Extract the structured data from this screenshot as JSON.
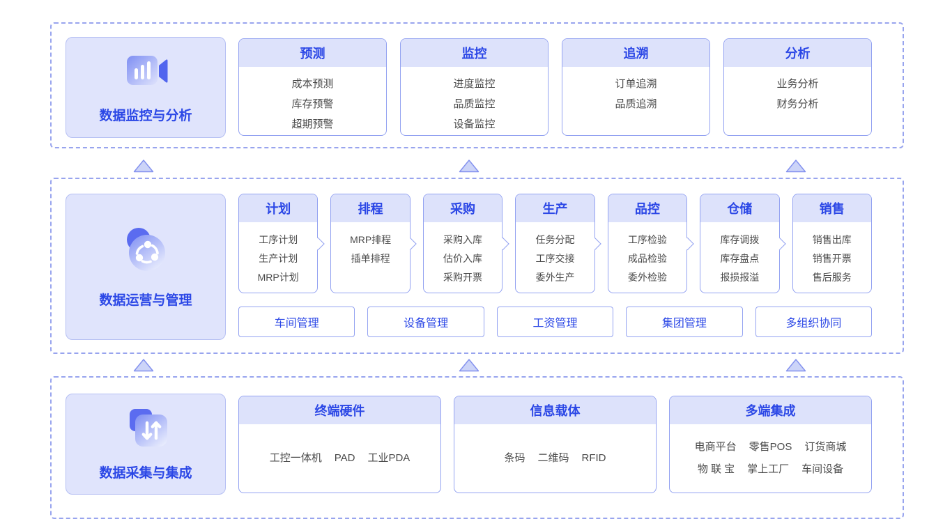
{
  "colors": {
    "accent_blue": "#2b47e6",
    "card_border": "#93a2f1",
    "card_header_bg": "#dde2fb",
    "panel_bg": "#e0e4fc",
    "panel_border": "#b5bff3",
    "dashed_border": "#98a4ee",
    "icon_blue": "#5b6cf0",
    "triangle_fill": "#ccd4f8",
    "triangle_border": "#8290ee",
    "body_text": "#4a4a4a"
  },
  "sections": [
    {
      "panel": {
        "title": "数据监控与分析",
        "icon": "video-analytics-icon"
      },
      "cards": [
        {
          "title": "预测",
          "items": [
            "成本预测",
            "库存预警",
            "超期预警"
          ]
        },
        {
          "title": "监控",
          "items": [
            "进度监控",
            "品质监控",
            "设备监控"
          ]
        },
        {
          "title": "追溯",
          "items": [
            "订单追溯",
            "品质追溯"
          ]
        },
        {
          "title": "分析",
          "items": [
            "业务分析",
            "财务分析"
          ]
        }
      ]
    },
    {
      "panel": {
        "title": "数据运营与管理",
        "icon": "collaboration-sync-icon"
      },
      "cards": [
        {
          "title": "计划",
          "items": [
            "工序计划",
            "生产计划",
            "MRP计划"
          ],
          "arrow": true
        },
        {
          "title": "排程",
          "items": [
            "MRP排程",
            "插单排程"
          ],
          "arrow": true
        },
        {
          "title": "采购",
          "items": [
            "采购入库",
            "估价入库",
            "采购开票"
          ],
          "arrow": true
        },
        {
          "title": "生产",
          "items": [
            "任务分配",
            "工序交接",
            "委外生产"
          ],
          "arrow": true
        },
        {
          "title": "品控",
          "items": [
            "工序检验",
            "成品检验",
            "委外检验"
          ],
          "arrow": true
        },
        {
          "title": "仓储",
          "items": [
            "库存调拨",
            "库存盘点",
            "报损报溢"
          ],
          "arrow": true
        },
        {
          "title": "销售",
          "items": [
            "销售出库",
            "销售开票",
            "售后服务"
          ],
          "arrow": false
        }
      ],
      "buttons": [
        "车间管理",
        "设备管理",
        "工资管理",
        "集团管理",
        "多组织协同"
      ]
    },
    {
      "panel": {
        "title": "数据采集与集成",
        "icon": "data-exchange-icon"
      },
      "cards": [
        {
          "title": "终端硬件",
          "lines": [
            [
              "工控一体机",
              "PAD",
              "工业PDA"
            ]
          ]
        },
        {
          "title": "信息载体",
          "lines": [
            [
              "条码",
              "二维码",
              "RFID"
            ]
          ]
        },
        {
          "title": "多端集成",
          "lines": [
            [
              "电商平台",
              "零售POS",
              "订货商城"
            ],
            [
              "物 联 宝",
              "掌上工厂",
              "车间设备"
            ]
          ]
        }
      ]
    }
  ]
}
